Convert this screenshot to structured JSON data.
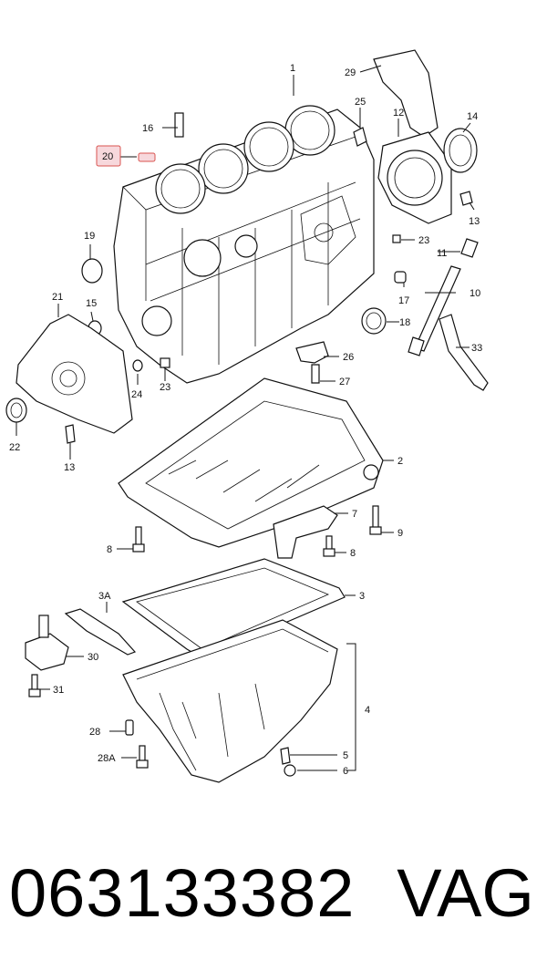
{
  "diagram": {
    "highlight_color": "#d9534f",
    "callouts": {
      "c1": "1",
      "c2": "2",
      "c3": "3",
      "c3A": "3A",
      "c4": "4",
      "c5": "5",
      "c6": "6",
      "c7": "7",
      "c8a": "8",
      "c8b": "8",
      "c9": "9",
      "c10": "10",
      "c11": "11",
      "c12": "12",
      "c13a": "13",
      "c13b": "13",
      "c14": "14",
      "c15": "15",
      "c16": "16",
      "c17": "17",
      "c18": "18",
      "c19": "19",
      "c20": "20",
      "c21": "21",
      "c22": "22",
      "c23a": "23",
      "c23b": "23",
      "c24": "24",
      "c25": "25",
      "c26": "26",
      "c27": "27",
      "c28": "28",
      "c28A": "28A",
      "c29": "29",
      "c30": "30",
      "c31": "31",
      "c33": "33"
    }
  },
  "footer": {
    "part_number": "063133382",
    "brand": "VAG"
  }
}
